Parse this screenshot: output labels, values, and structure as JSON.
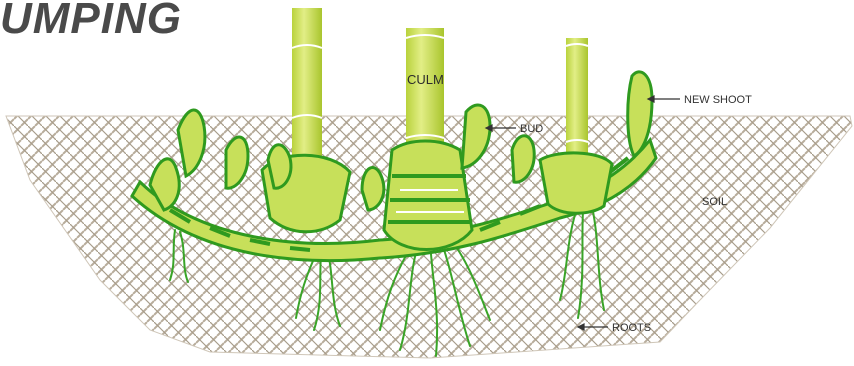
{
  "title": "UMPING",
  "labels": {
    "culm": "CULM",
    "new_shoot": "NEW SHOOT",
    "bud": "BUD",
    "soil": "SOIL",
    "roots": "ROOTS"
  },
  "colors": {
    "soil": "#b8ad9c",
    "culm": "#cfe25a",
    "culm_highlight": "#e4ef8a",
    "rhizome_dark": "#2f9a1f",
    "rhizome_light": "#c7e05a",
    "root": "#3aa428",
    "title": "#4a4a4a"
  }
}
